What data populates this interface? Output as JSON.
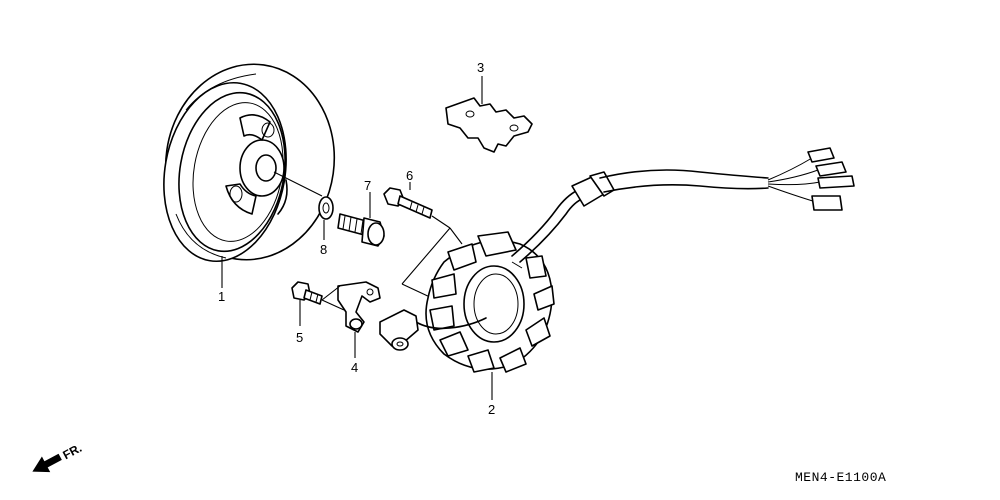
{
  "diagram": {
    "callouts": {
      "flywheel": "1",
      "stator": "2",
      "cover_plate": "3",
      "wire_clamp": "4",
      "bolt_clamp": "5",
      "bolt_stator": "6",
      "flange_bolt": "7",
      "washer": "8"
    },
    "direction_label": "FR.",
    "drawing_code": "MEN4-E1100A"
  }
}
